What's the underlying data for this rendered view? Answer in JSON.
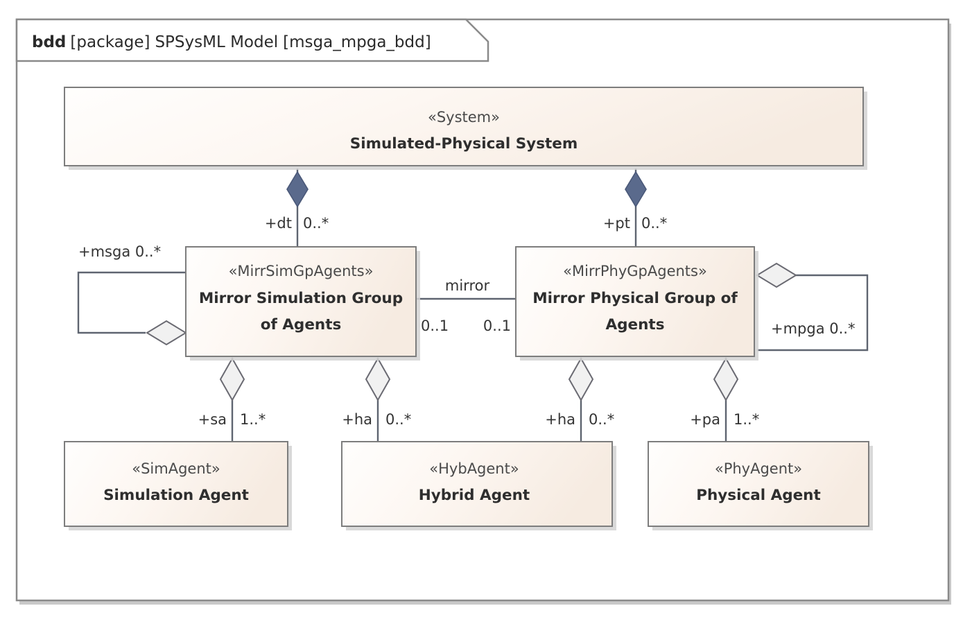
{
  "diagram": {
    "kind": "bdd",
    "header": {
      "keyword": "bdd",
      "scope": "[package]",
      "model_name": "SPSysML Model",
      "view_id": "[msga_mpga_bdd]"
    },
    "colors": {
      "block_fill_light": "#fffdfb",
      "block_fill_warm": "#f7ece3",
      "block_border": "#7d7d7d",
      "frame_border": "#8a8a8a",
      "connector": "#5e6470",
      "composition_diamond": "#5a6a8c",
      "aggregation_diamond": "#f1f1f1",
      "background": "#ffffff"
    }
  },
  "blocks": [
    {
      "id": "system",
      "stereotype": "«System»",
      "name": "Simulated-Physical System",
      "name_lines": [
        "Simulated-Physical System"
      ]
    },
    {
      "id": "msga",
      "stereotype": "«MirrSimGpAgents»",
      "name": "Mirror Simulation Group of Agents",
      "name_lines": [
        "Mirror Simulation Group",
        "of Agents"
      ]
    },
    {
      "id": "mpga",
      "stereotype": "«MirrPhyGpAgents»",
      "name": "Mirror Physical Group of Agents",
      "name_lines": [
        "Mirror Physical Group of",
        "Agents"
      ]
    },
    {
      "id": "simagent",
      "stereotype": "«SimAgent»",
      "name": "Simulation Agent",
      "name_lines": [
        "Simulation Agent"
      ]
    },
    {
      "id": "hybagent",
      "stereotype": "«HybAgent»",
      "name": "Hybrid Agent",
      "name_lines": [
        "Hybrid Agent"
      ]
    },
    {
      "id": "phyagent",
      "stereotype": "«PhyAgent»",
      "name": "Physical Agent",
      "name_lines": [
        "Physical Agent"
      ]
    }
  ],
  "relations": [
    {
      "id": "system-msga",
      "type": "composition",
      "source": "system",
      "target": "msga",
      "role": "+dt",
      "multiplicity": "0..*"
    },
    {
      "id": "system-mpga",
      "type": "composition",
      "source": "system",
      "target": "mpga",
      "role": "+pt",
      "multiplicity": "0..*"
    },
    {
      "id": "msga-self",
      "type": "aggregation",
      "source": "msga",
      "target": "msga",
      "role": "+msga",
      "multiplicity": "0..*",
      "label": "+msga 0..*"
    },
    {
      "id": "mpga-self",
      "type": "aggregation",
      "source": "mpga",
      "target": "mpga",
      "role": "+mpga",
      "multiplicity": "0..*",
      "label": "+mpga 0..*"
    },
    {
      "id": "msga-mpga-mirror",
      "type": "association",
      "source": "msga",
      "target": "mpga",
      "name": "mirror",
      "source_multiplicity": "0..1",
      "target_multiplicity": "0..1"
    },
    {
      "id": "msga-simagent",
      "type": "aggregation",
      "source": "msga",
      "target": "simagent",
      "role": "+sa",
      "multiplicity": "1..*"
    },
    {
      "id": "msga-hybagent",
      "type": "aggregation",
      "source": "msga",
      "target": "hybagent",
      "role": "+ha",
      "multiplicity": "0..*"
    },
    {
      "id": "mpga-hybagent",
      "type": "aggregation",
      "source": "mpga",
      "target": "hybagent",
      "role": "+ha",
      "multiplicity": "0..*"
    },
    {
      "id": "mpga-phyagent",
      "type": "aggregation",
      "source": "mpga",
      "target": "phyagent",
      "role": "+pa",
      "multiplicity": "1..*"
    }
  ]
}
